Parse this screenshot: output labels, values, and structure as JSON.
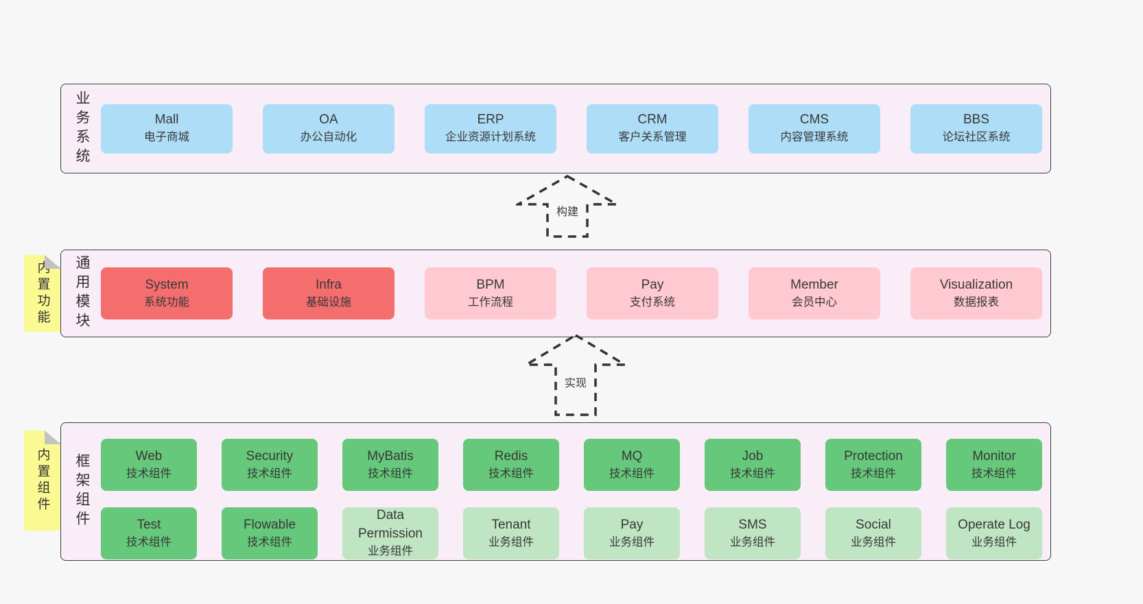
{
  "arrows": {
    "build": "构建",
    "implement": "实现"
  },
  "business": {
    "side_label": "业务系统",
    "boxes": [
      {
        "name": "Mall",
        "desc": "电子商城"
      },
      {
        "name": "OA",
        "desc": "办公自动化"
      },
      {
        "name": "ERP",
        "desc": "企业资源计划系统"
      },
      {
        "name": "CRM",
        "desc": "客户关系管理"
      },
      {
        "name": "CMS",
        "desc": "内容管理系统"
      },
      {
        "name": "BBS",
        "desc": "论坛社区系统"
      }
    ]
  },
  "modules": {
    "side_label": "通用模块",
    "sticky_label": "内置功能",
    "boxes": [
      {
        "name": "System",
        "desc": "系统功能",
        "variant": "red"
      },
      {
        "name": "Infra",
        "desc": "基础设施",
        "variant": "red"
      },
      {
        "name": "BPM",
        "desc": "工作流程",
        "variant": "pink"
      },
      {
        "name": "Pay",
        "desc": "支付系统",
        "variant": "pink"
      },
      {
        "name": "Member",
        "desc": "会员中心",
        "variant": "pink"
      },
      {
        "name": "Visualization",
        "desc": "数据报表",
        "variant": "pink"
      }
    ]
  },
  "framework": {
    "side_label": "框架组件",
    "sticky_label": "内置组件",
    "tech_row": [
      {
        "name": "Web",
        "desc": "技术组件",
        "variant": "green"
      },
      {
        "name": "Security",
        "desc": "技术组件",
        "variant": "green"
      },
      {
        "name": "MyBatis",
        "desc": "技术组件",
        "variant": "green"
      },
      {
        "name": "Redis",
        "desc": "技术组件",
        "variant": "green"
      },
      {
        "name": "MQ",
        "desc": "技术组件",
        "variant": "green"
      },
      {
        "name": "Job",
        "desc": "技术组件",
        "variant": "green"
      },
      {
        "name": "Protection",
        "desc": "技术组件",
        "variant": "green"
      },
      {
        "name": "Monitor",
        "desc": "技术组件",
        "variant": "green"
      }
    ],
    "biz_row": [
      {
        "name": "Test",
        "desc": "技术组件",
        "variant": "green"
      },
      {
        "name": "Flowable",
        "desc": "技术组件",
        "variant": "green"
      },
      {
        "name": "Data Permission",
        "desc": "业务组件",
        "variant": "lightgreen"
      },
      {
        "name": "Tenant",
        "desc": "业务组件",
        "variant": "lightgreen"
      },
      {
        "name": "Pay",
        "desc": "业务组件",
        "variant": "lightgreen"
      },
      {
        "name": "SMS",
        "desc": "业务组件",
        "variant": "lightgreen"
      },
      {
        "name": "Social",
        "desc": "业务组件",
        "variant": "lightgreen"
      },
      {
        "name": "Operate Log",
        "desc": "业务组件",
        "variant": "lightgreen"
      }
    ]
  },
  "colors": {
    "page_bg": "#f7f7f7",
    "panel_bg": "#f9edf7",
    "panel_border": "#3f3f3f",
    "blue_box": "#aeddf8",
    "red_box": "#f56e6e",
    "pink_box": "#ffc9d2",
    "green_box": "#66c87a",
    "light_green_box": "#bfe5c3",
    "sticky_bg": "#fbf992",
    "sticky_fold": "#c2c2c2"
  }
}
